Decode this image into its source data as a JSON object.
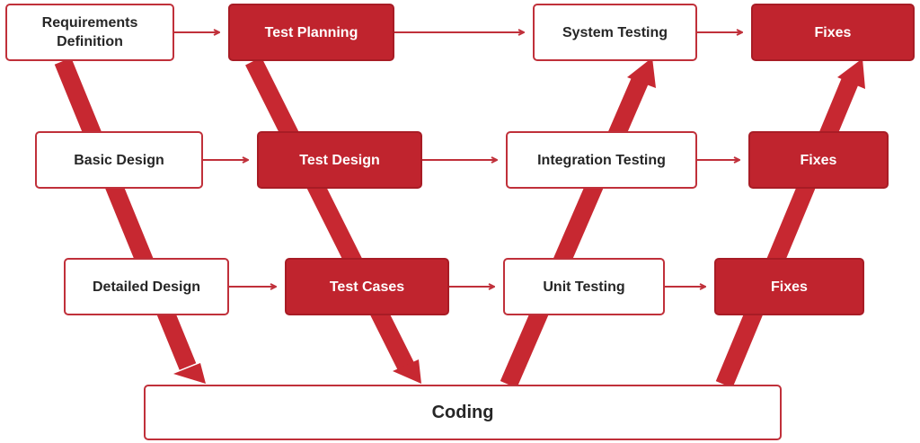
{
  "accent_color": "#c0242e",
  "border_color": "#c0303a",
  "nodes": {
    "requirements_definition": "Requirements\nDefinition",
    "test_planning": "Test Planning",
    "system_testing": "System Testing",
    "fixes_top": "Fixes",
    "basic_design": "Basic Design",
    "test_design": "Test Design",
    "integration_testing": "Integration Testing",
    "fixes_middle": "Fixes",
    "detailed_design": "Detailed Design",
    "test_cases": "Test Cases",
    "unit_testing": "Unit Testing",
    "fixes_bottom": "Fixes",
    "coding": "Coding"
  }
}
